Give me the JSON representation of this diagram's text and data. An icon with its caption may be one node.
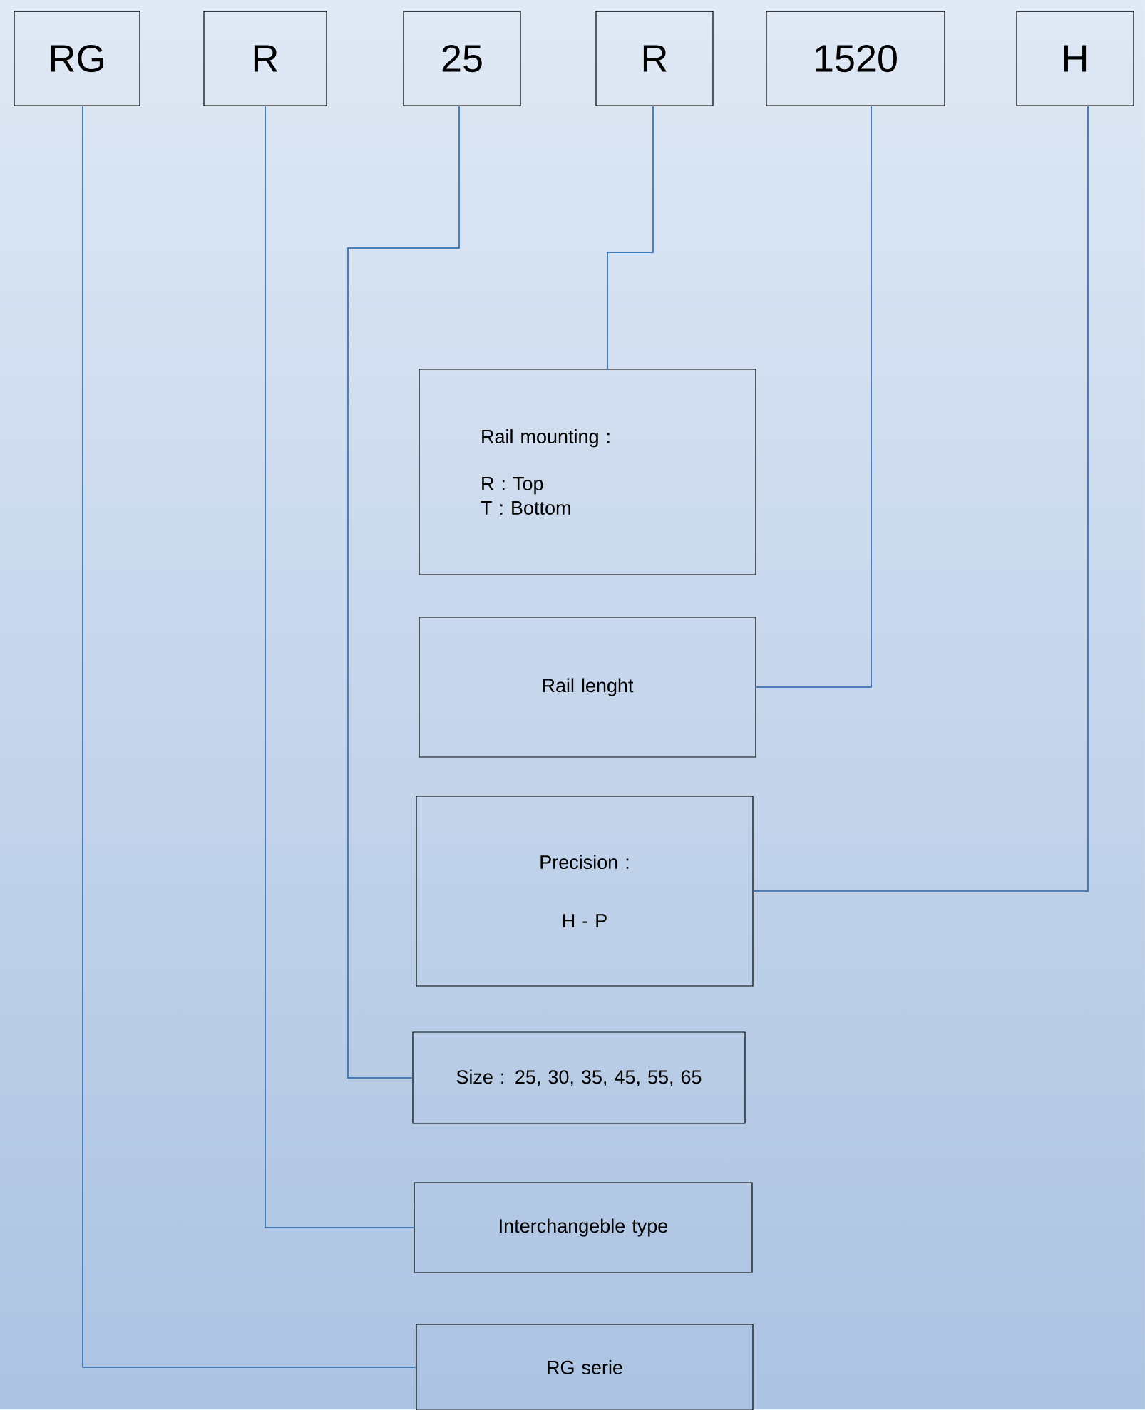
{
  "diagram": {
    "nodes": [
      {
        "text": [
          "RG"
        ]
      },
      {
        "text": [
          "R"
        ]
      },
      {
        "text": [
          "25"
        ]
      },
      {
        "text": [
          "R"
        ]
      },
      {
        "text": [
          "1520"
        ]
      },
      {
        "text": [
          "H"
        ]
      },
      {
        "text": [
          "Rail mounting :",
          "R : Top",
          "T : Bottom"
        ]
      },
      {
        "text": [
          "Rail lenght"
        ]
      },
      {
        "text": [
          "Precision :",
          "H - P"
        ]
      },
      {
        "text": [
          "Size : 25, 30, 35, 45, 55, 65"
        ]
      },
      {
        "text": [
          "Interchangeble type"
        ]
      },
      {
        "text": [
          "RG serie"
        ]
      }
    ],
    "edges": [
      {
        "from": 0,
        "to": 11,
        "arrow": "none"
      },
      {
        "from": 1,
        "to": 10,
        "arrow": "none"
      },
      {
        "from": 2,
        "to": 9,
        "arrow": "none"
      },
      {
        "from": 3,
        "to": 6,
        "arrow": "none"
      },
      {
        "from": 4,
        "to": 7,
        "arrow": "none"
      },
      {
        "from": 5,
        "to": 8,
        "arrow": "none"
      }
    ]
  }
}
